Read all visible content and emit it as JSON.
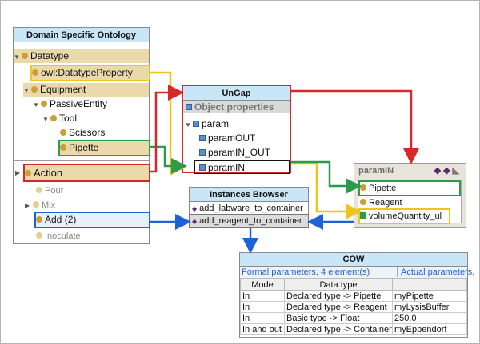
{
  "ontology": {
    "title": "Domain Specific Ontology",
    "nodes": {
      "datatype": "Datatype",
      "owl_datatype_property": "owl:DatatypeProperty",
      "equipment": "Equipment",
      "passive_entity": "PassiveEntity",
      "tool": "Tool",
      "scissors": "Scissors",
      "pipette": "Pipette",
      "action": "Action",
      "pour": "Pour",
      "mix": "Mix",
      "add": "Add",
      "add_count": "(2)",
      "inoculate": "Inoculate"
    }
  },
  "ungap": {
    "title": "UnGap",
    "object_properties": "Object properties",
    "param": "param",
    "param_out": "paramOUT",
    "param_in_out": "paramIN_OUT",
    "param_in": "paramIN"
  },
  "instances": {
    "title": "Instances Browser",
    "items": [
      "add_labware_to_container",
      "add_reagent_to_container"
    ]
  },
  "param_in_panel": {
    "title": "paramIN",
    "rows": [
      "Pipette",
      "Reagent",
      "volumeQuantity_ul"
    ]
  },
  "cow": {
    "title": "COW",
    "formal_label": "Formal parameters, 4 element(s)",
    "actual_label": "Actual parameters,",
    "headers": [
      "Mode",
      "Data type",
      ""
    ],
    "rows": [
      [
        "In",
        "Declared type -> Pipette",
        "myPipette"
      ],
      [
        "In",
        "Declared type -> Reagent",
        "myLysisBuffer"
      ],
      [
        "In",
        "Basic type -> Float",
        "250.0"
      ],
      [
        "In and out",
        "Declared type -> Container",
        "myEppendorf"
      ]
    ]
  },
  "colors": {
    "yellow": "#f0c419",
    "green": "#2e9b4a",
    "red": "#d62828",
    "blue": "#1e63d6"
  }
}
